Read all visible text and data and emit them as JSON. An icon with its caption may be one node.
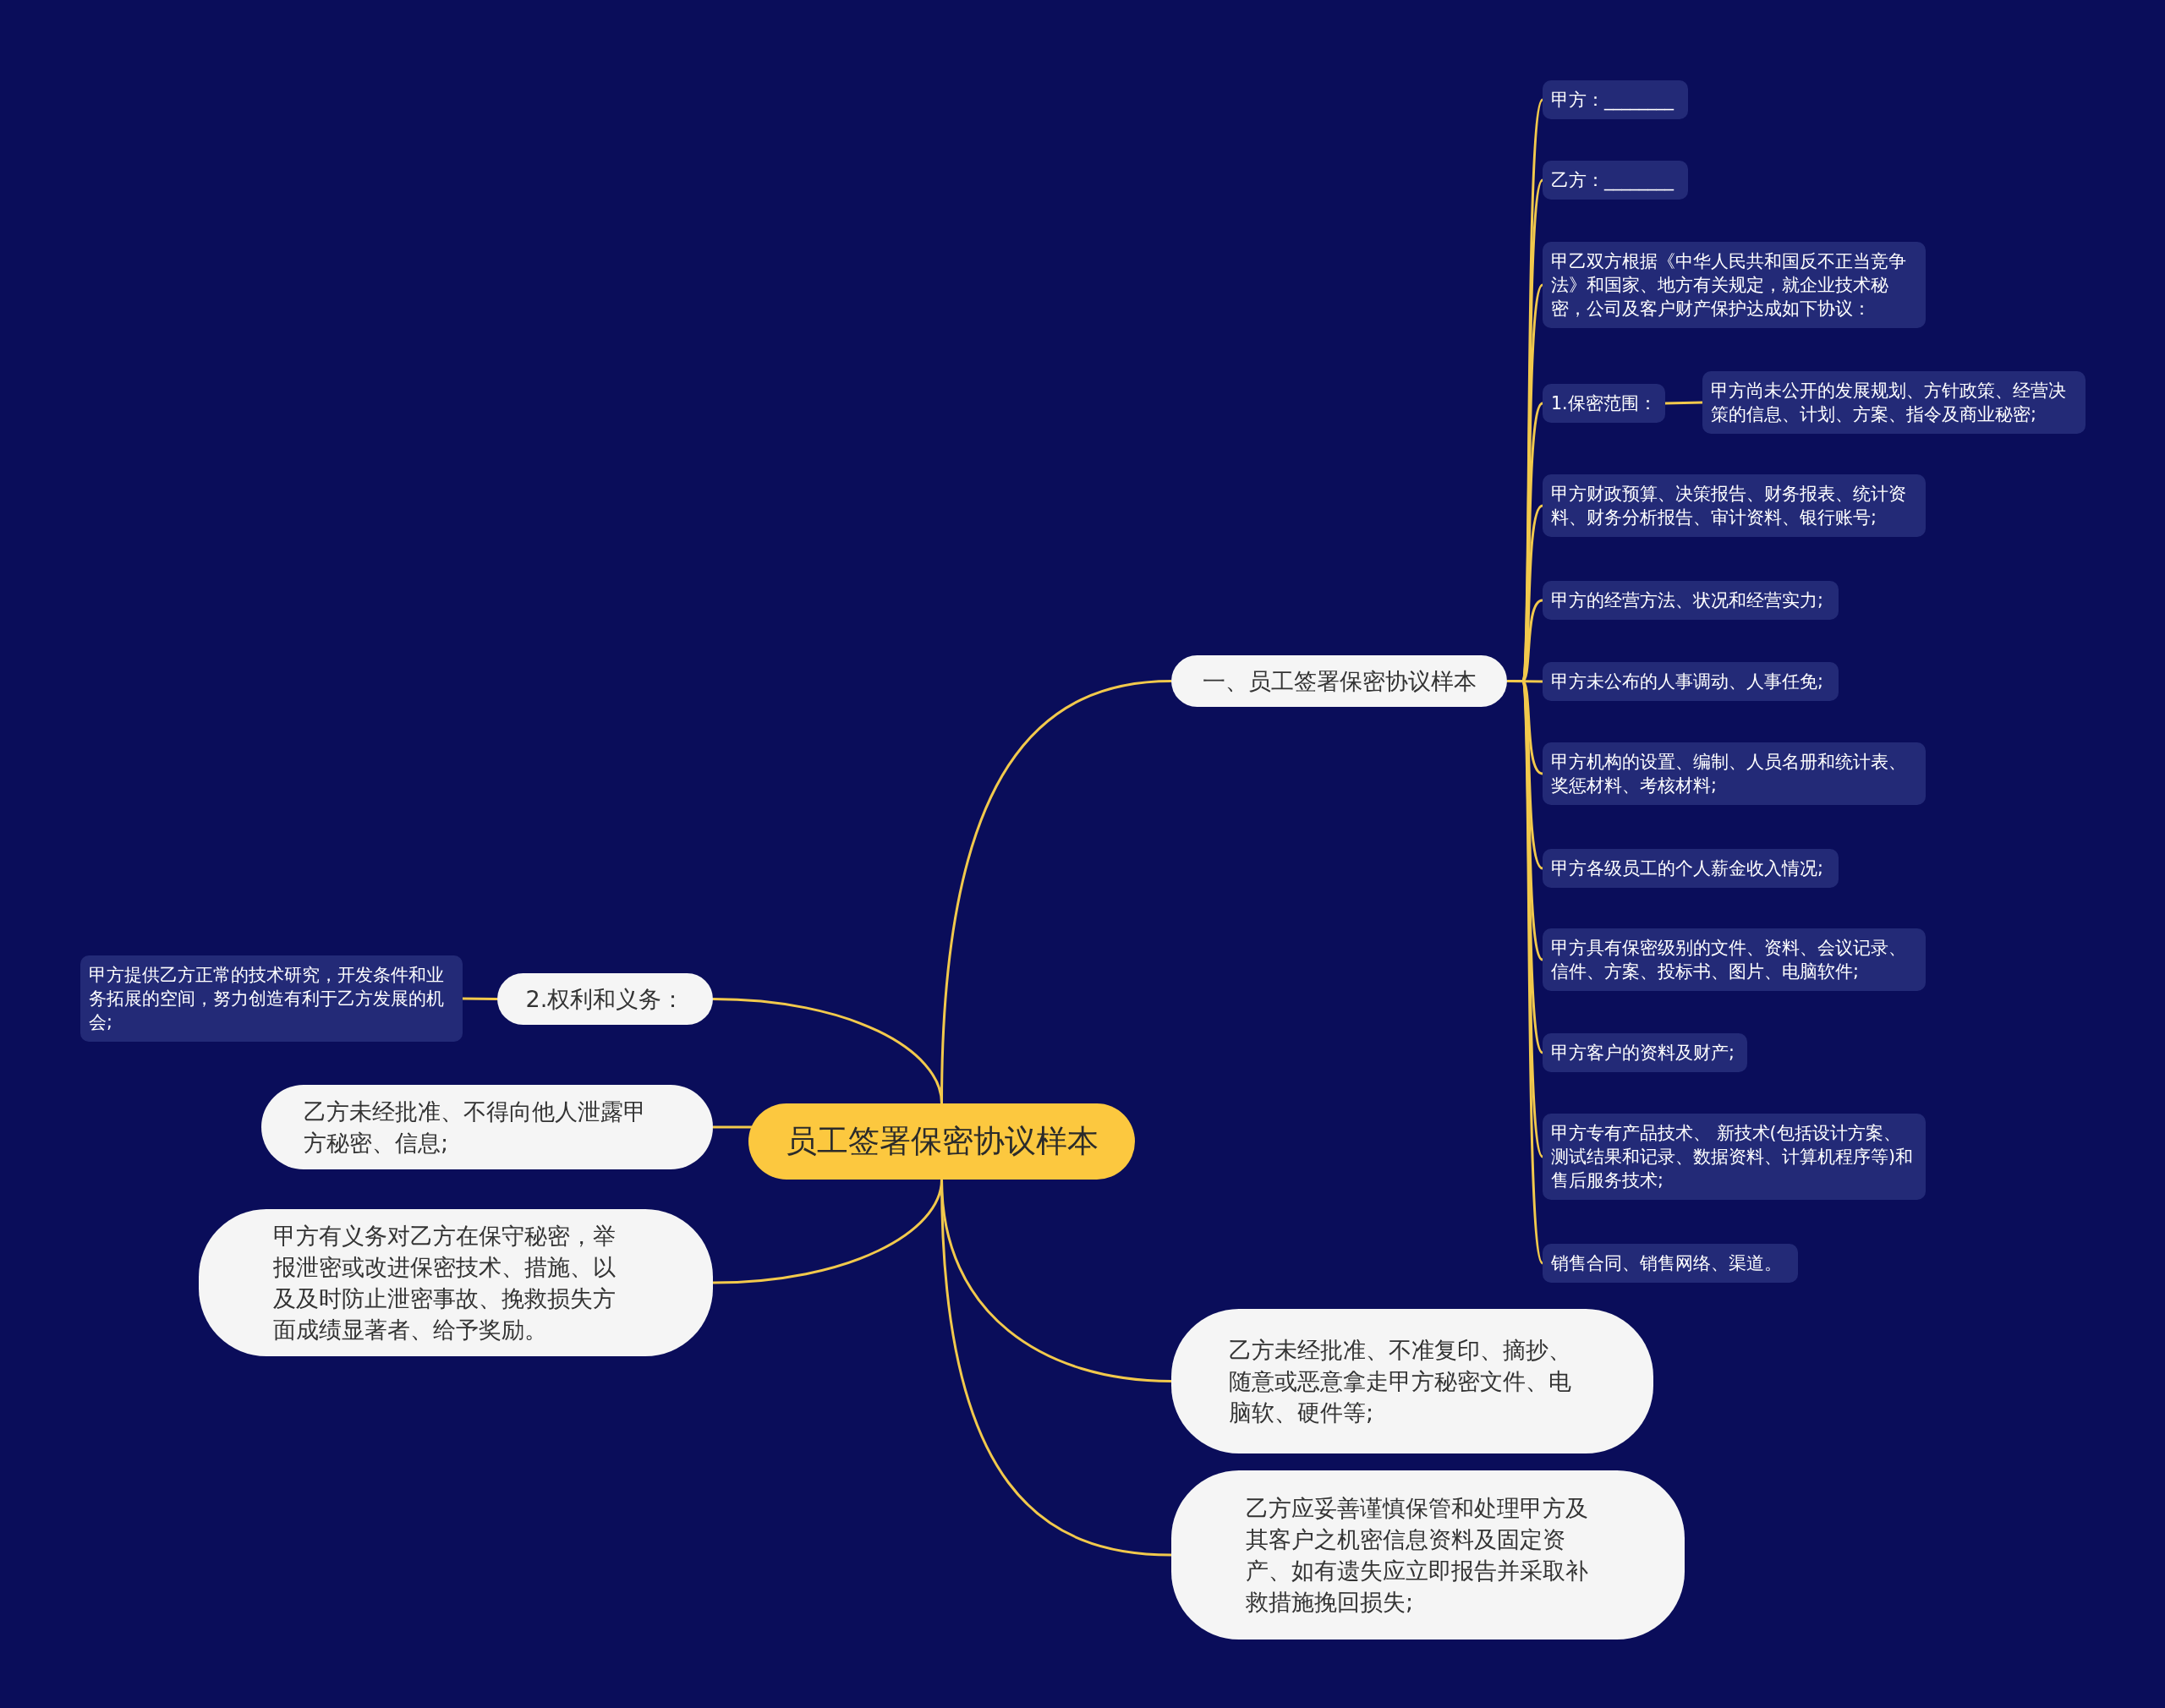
{
  "diagram": {
    "nodes": [
      {
        "text": [
          "员工签署保密协议样本"
        ]
      },
      {
        "text": [
          "一、员工签署保密协议样本"
        ]
      },
      {
        "text": [
          "甲方：________"
        ]
      },
      {
        "text": [
          "乙方：________"
        ]
      },
      {
        "text": [
          "甲乙双方根据《中华人民共和国反不正当竞争法》和国家、地方有关规定，就企业技术秘密，公司及客户财产保护达成如下协议："
        ]
      },
      {
        "text": [
          "1.保密范围："
        ]
      },
      {
        "text": [
          "甲方尚未公开的发展规划、方针政策、经营决策的信息、计划、方案、指令及商业秘密;"
        ]
      },
      {
        "text": [
          "甲方财政预算、决策报告、财务报表、统计资料、财务分析报告、审计资料、银行账号;"
        ]
      },
      {
        "text": [
          "甲方的经营方法、状况和经营实力;"
        ]
      },
      {
        "text": [
          "甲方未公布的人事调动、人事任免;"
        ]
      },
      {
        "text": [
          "甲方机构的设置、编制、人员名册和统计表、奖惩材料、考核材料;"
        ]
      },
      {
        "text": [
          "甲方各级员工的个人薪金收入情况;"
        ]
      },
      {
        "text": [
          "甲方具有保密级别的文件、资料、会议记录、信件、方案、投标书、图片、电脑软件;"
        ]
      },
      {
        "text": [
          "甲方客户的资料及财产;"
        ]
      },
      {
        "text": [
          "甲方专有产品技术、 新技术(包括设计方案、测试结果和记录、数据资料、计算机程序等)和售后服务技术;"
        ]
      },
      {
        "text": [
          "销售合同、销售网络、渠道。"
        ]
      },
      {
        "text": [
          "乙方未经批准、不准复印、摘抄、随意或恶意拿走甲方秘密文件、电脑软、硬件等;"
        ]
      },
      {
        "text": [
          "乙方应妥善谨慎保管和处理甲方及其客户之机密信息资料及固定资产、如有遗失应立即报告并采取补救措施挽回损失;"
        ]
      },
      {
        "text": [
          "2.权利和义务："
        ]
      },
      {
        "text": [
          "甲方提供乙方正常的技术研究，开发条件和业务拓展的空间，努力创造有利于乙方发展的机会;"
        ]
      },
      {
        "text": [
          "乙方未经批准、不得向他人泄露甲方秘密、信息;"
        ]
      },
      {
        "text": [
          "甲方有义务对乙方在保守秘密，举报泄密或改进保密技术、措施、以及及时防止泄密事故、挽救损失方面成绩显著者、给予奖励。"
        ]
      }
    ],
    "edges": [
      {
        "from": 0,
        "to": 1,
        "arrow": "none"
      },
      {
        "from": 1,
        "to": 2,
        "arrow": "none"
      },
      {
        "from": 1,
        "to": 3,
        "arrow": "none"
      },
      {
        "from": 1,
        "to": 4,
        "arrow": "none"
      },
      {
        "from": 1,
        "to": 5,
        "arrow": "none"
      },
      {
        "from": 5,
        "to": 6,
        "arrow": "none"
      },
      {
        "from": 1,
        "to": 7,
        "arrow": "none"
      },
      {
        "from": 1,
        "to": 8,
        "arrow": "none"
      },
      {
        "from": 1,
        "to": 9,
        "arrow": "none"
      },
      {
        "from": 1,
        "to": 10,
        "arrow": "none"
      },
      {
        "from": 1,
        "to": 11,
        "arrow": "none"
      },
      {
        "from": 1,
        "to": 12,
        "arrow": "none"
      },
      {
        "from": 1,
        "to": 13,
        "arrow": "none"
      },
      {
        "from": 1,
        "to": 14,
        "arrow": "none"
      },
      {
        "from": 1,
        "to": 15,
        "arrow": "none"
      },
      {
        "from": 0,
        "to": 16,
        "arrow": "none"
      },
      {
        "from": 0,
        "to": 17,
        "arrow": "none"
      },
      {
        "from": 0,
        "to": 18,
        "arrow": "none"
      },
      {
        "from": 18,
        "to": 19,
        "arrow": "none"
      },
      {
        "from": 0,
        "to": 20,
        "arrow": "none"
      },
      {
        "from": 0,
        "to": 21,
        "arrow": "none"
      }
    ]
  }
}
